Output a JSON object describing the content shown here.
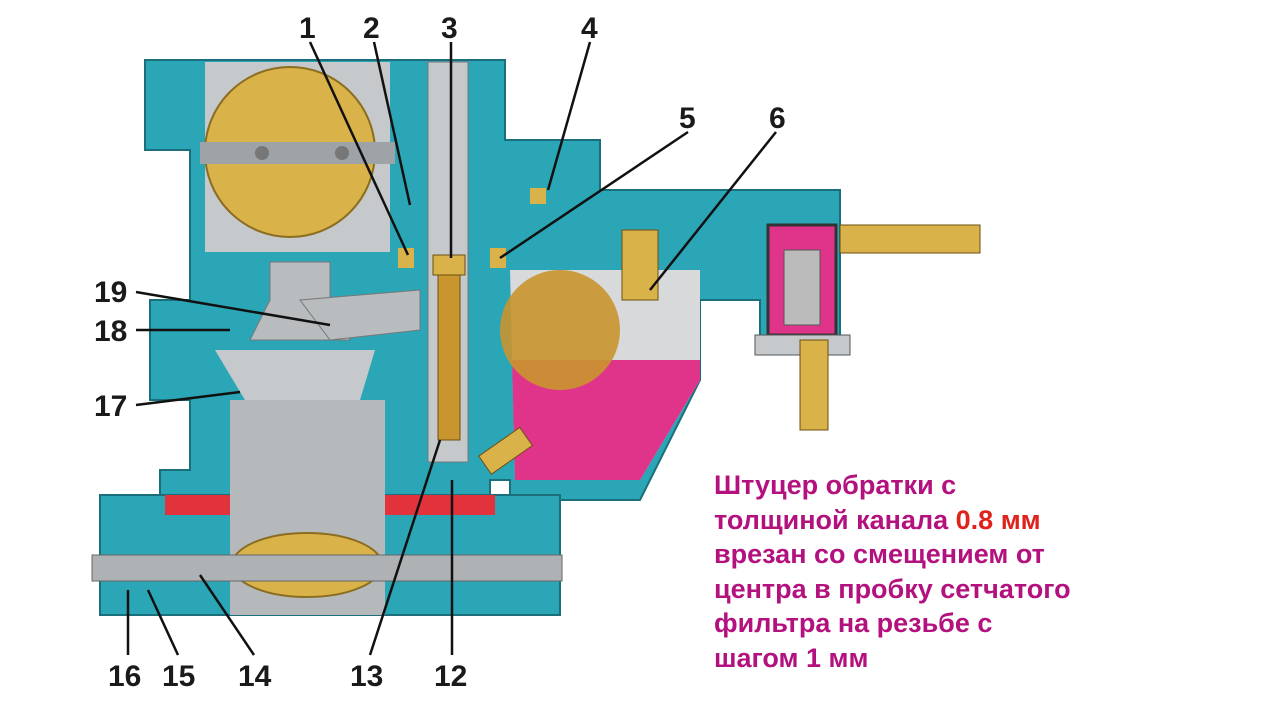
{
  "diagram": {
    "labels": [
      "1",
      "2",
      "3",
      "4",
      "5",
      "6",
      "12",
      "13",
      "14",
      "15",
      "16",
      "17",
      "18",
      "19"
    ],
    "caption": {
      "line1": "Штуцер обратки с",
      "line2a": "толщиной канала ",
      "line2b": "0.8 мм",
      "line3": "врезан со смещением от",
      "line4": "центра в пробку сетчатого",
      "line5": "фильтра на резьбе с",
      "line6": "шагом 1 мм"
    },
    "colors": {
      "body": "#2ba6b7",
      "metal": "#bfc3c6",
      "brass": "#d9b24a",
      "fuel": "#e0338a",
      "gasket": "#e2323c",
      "text": "#b3127e",
      "highlight": "#e0221c"
    }
  }
}
